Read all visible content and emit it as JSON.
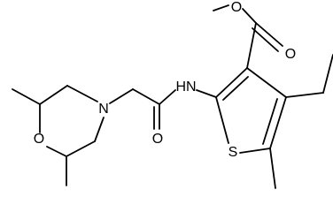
{
  "molecule": {
    "atom_labels": {
      "o_ester_single": "O",
      "o_ester_double": "O",
      "nh": "HN",
      "o_amide": "O",
      "n_morpholine": "N",
      "o_morpholine": "O",
      "s_thiophene": "S"
    }
  }
}
